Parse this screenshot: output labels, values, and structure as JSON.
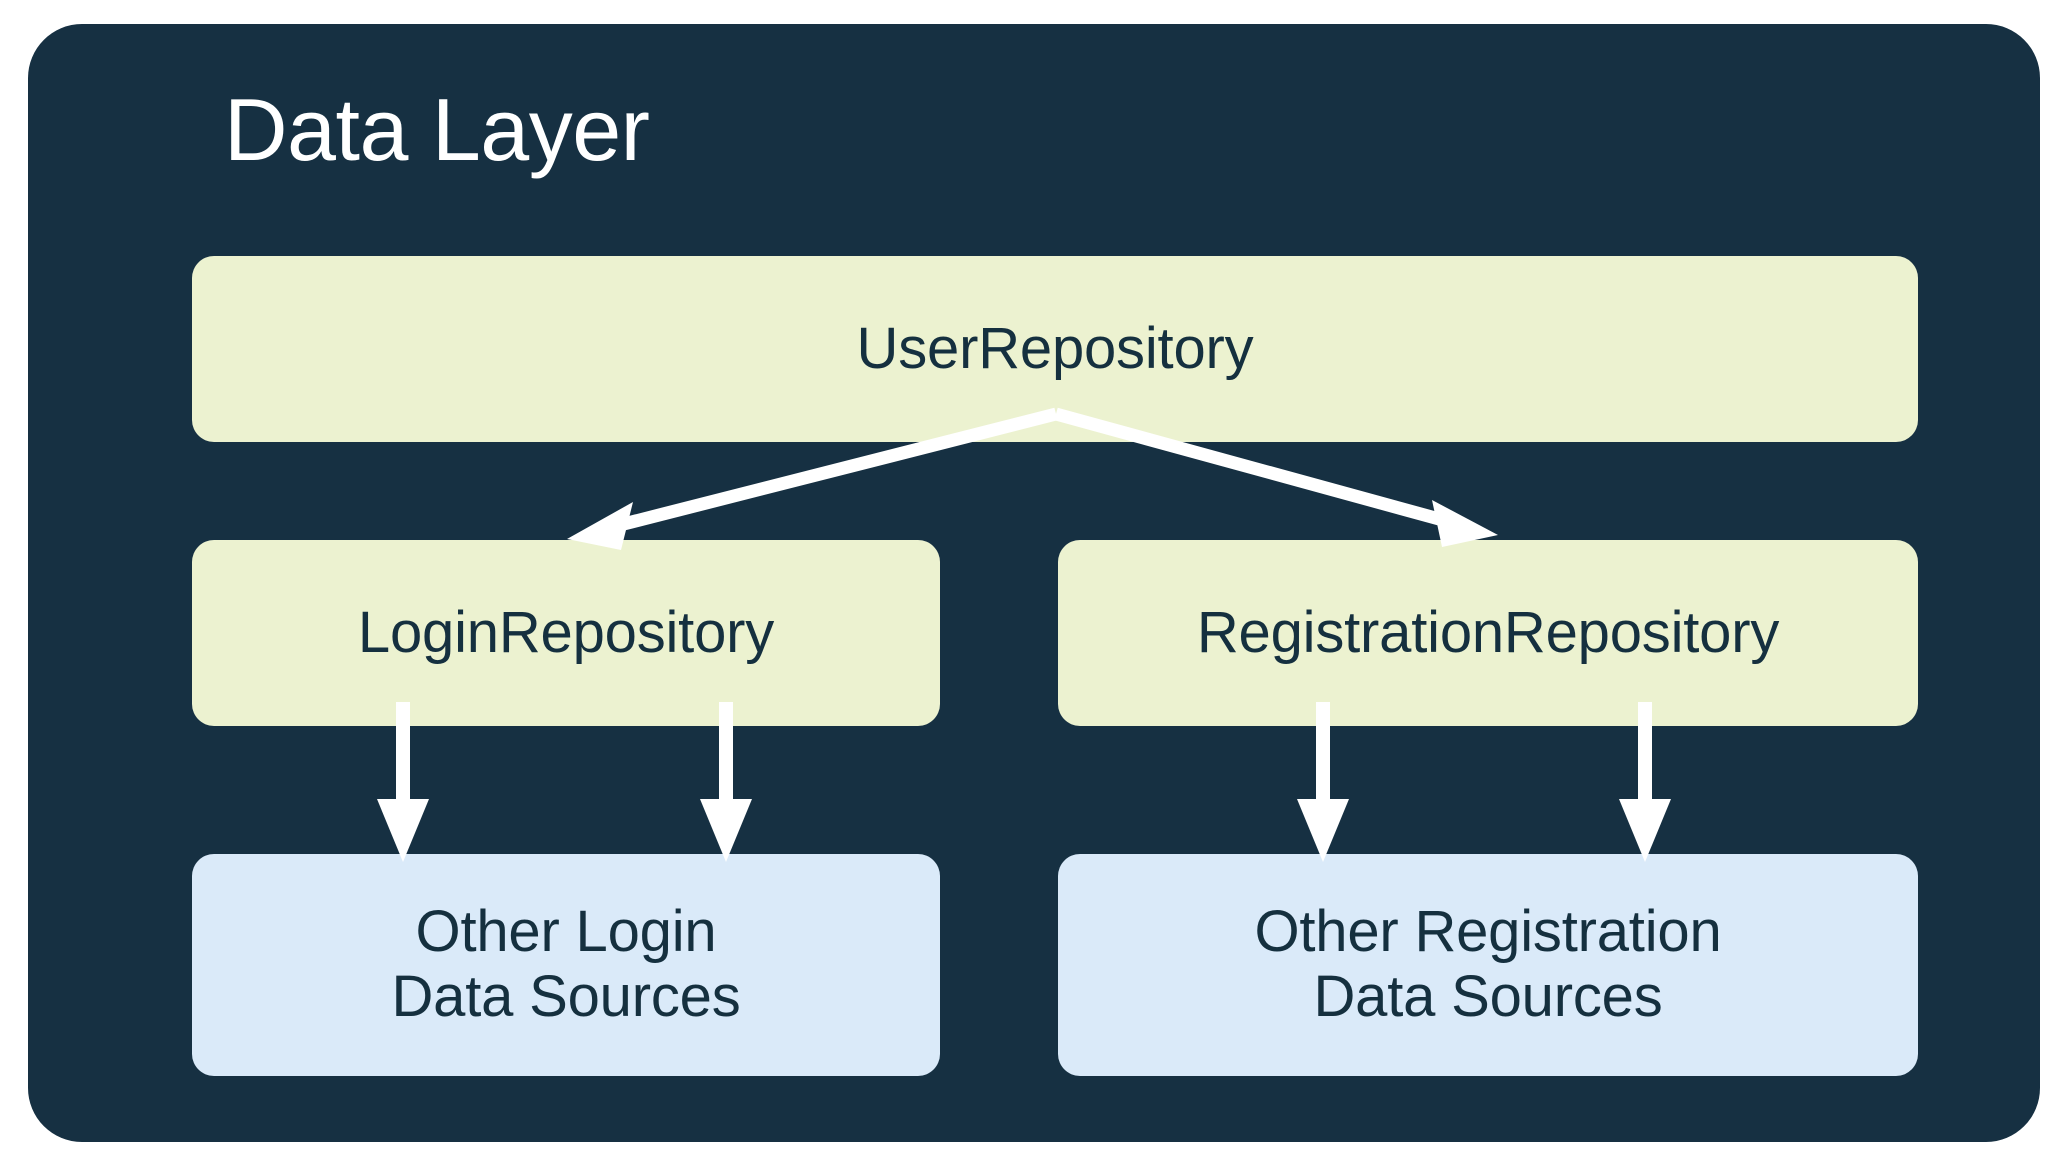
{
  "diagram": {
    "title": "Data Layer",
    "type": "architecture-hierarchy-diagram",
    "background_color": "#ffffff",
    "container_color": "#163042",
    "title_color": "#ffffff",
    "repository_node_color": "#ecf2d0",
    "data_source_node_color": "#daeaf9",
    "node_text_color": "#15303f",
    "arrow_color": "#ffffff",
    "nodes": [
      {
        "id": "user-repository",
        "label": "UserRepository",
        "kind": "repository",
        "row": 1
      },
      {
        "id": "login-repository",
        "label": "LoginRepository",
        "kind": "repository",
        "row": 2
      },
      {
        "id": "registration-repository",
        "label": "RegistrationRepository",
        "kind": "repository",
        "row": 2
      },
      {
        "id": "other-login-sources",
        "label": "Other Login\nData Sources",
        "kind": "data-source",
        "row": 3
      },
      {
        "id": "other-registration-sources",
        "label": "Other Registration\nData Sources",
        "kind": "data-source",
        "row": 3
      }
    ],
    "edges": [
      {
        "from": "user-repository",
        "to": "login-repository",
        "style": "diagonal-arrow"
      },
      {
        "from": "user-repository",
        "to": "registration-repository",
        "style": "diagonal-arrow"
      },
      {
        "from": "login-repository",
        "to": "other-login-sources",
        "style": "vertical-arrow",
        "index": 1
      },
      {
        "from": "login-repository",
        "to": "other-login-sources",
        "style": "vertical-arrow",
        "index": 2
      },
      {
        "from": "registration-repository",
        "to": "other-registration-sources",
        "style": "vertical-arrow",
        "index": 1
      },
      {
        "from": "registration-repository",
        "to": "other-registration-sources",
        "style": "vertical-arrow",
        "index": 2
      }
    ]
  }
}
